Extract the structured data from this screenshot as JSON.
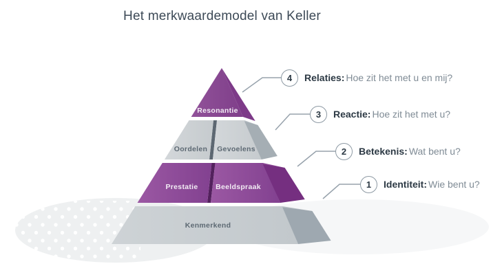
{
  "title": "Het merkwaardemodel van Keller",
  "pyramid": {
    "levels": [
      {
        "number": 4,
        "blocks": [
          "Resonantie"
        ],
        "color": "#8c4894"
      },
      {
        "number": 3,
        "blocks": [
          "Oordelen",
          "Gevoelens"
        ],
        "color": "#cdd2d5"
      },
      {
        "number": 2,
        "blocks": [
          "Prestatie",
          "Beeldspraak"
        ],
        "color": "#8c4894"
      },
      {
        "number": 1,
        "blocks": [
          "Kenmerkend"
        ],
        "color": "#c9ced2"
      }
    ]
  },
  "annotations": [
    {
      "number": "4",
      "label": "Relaties:",
      "question": "Hoe zit het met u en mij?"
    },
    {
      "number": "3",
      "label": "Reactie:",
      "question": "Hoe zit het met u?"
    },
    {
      "number": "2",
      "label": "Betekenis:",
      "question": "Wat bent u?"
    },
    {
      "number": "1",
      "label": "Identiteit:",
      "question": "Wie bent u?"
    }
  ],
  "colors": {
    "purple_front": "#8c4894",
    "purple_side": "#73347e",
    "gray_front": "#cdd2d5",
    "gray_side": "#a3acb3",
    "text_dark": "#2c3944",
    "text_muted": "#7f8b95",
    "connector": "#97a2ac",
    "shadow": "#eef0f1"
  }
}
